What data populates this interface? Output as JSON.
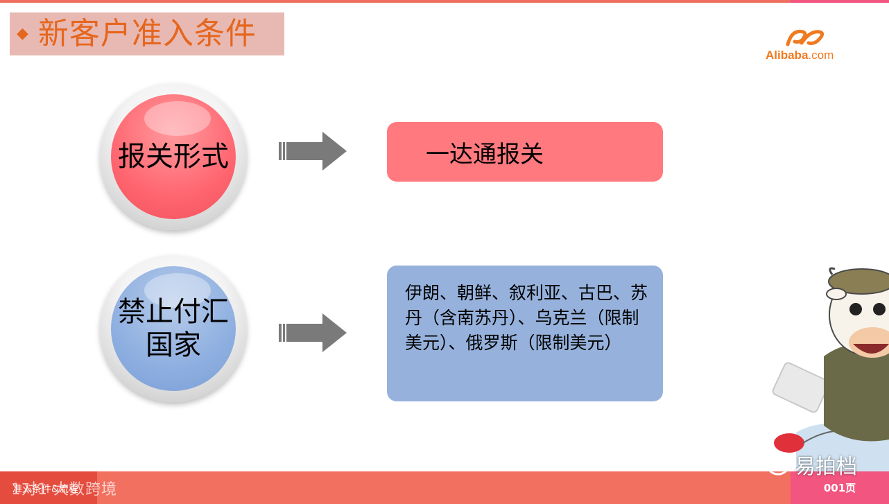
{
  "title": {
    "bullet": "◆",
    "text": "新客户准入条件"
  },
  "logo": {
    "name": "Alibaba",
    "suffix": ".com"
  },
  "rows": [
    {
      "circle_label": "报关形式",
      "box_text": "一达通报关"
    },
    {
      "circle_label": "禁止付汇\n国家",
      "box_text": "伊朗、朝鲜、叙利亚、古巴、苏丹（含南苏丹）、乌克兰（限制美元）、俄罗斯（限制美元）"
    }
  ],
  "footer": {
    "left_text": "准入条件&流程",
    "watermark_left": "1对1 大数跨境",
    "page": "001页"
  },
  "watermark_right": "易拍档",
  "colors": {
    "accent": "#e5661d",
    "red_box": "#ff797e",
    "blue_box": "#96b2dc",
    "footer": "#f27060"
  }
}
